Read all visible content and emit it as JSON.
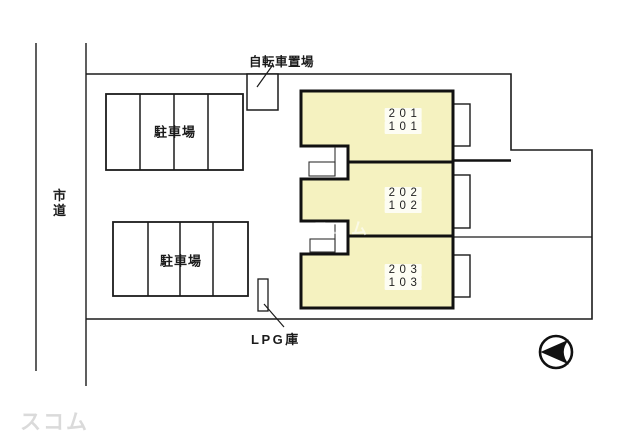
{
  "colors": {
    "unit_fill": "#f5f2c0",
    "line": "#111111",
    "background": "#ffffff"
  },
  "labels": {
    "road": "市道",
    "bicycle_parking": "自転車置場",
    "parking_lot_1": "駐車場",
    "parking_lot_2": "駐車場",
    "lpg_storage": "LPG庫"
  },
  "units": [
    {
      "upper_room": "201",
      "lower_room": "101"
    },
    {
      "upper_room": "202",
      "lower_room": "102"
    },
    {
      "upper_room": "203",
      "lower_room": "103"
    }
  ],
  "parking": {
    "lot1_stalls": 4,
    "lot2_stalls": 4
  },
  "compass": {
    "type": "north-arrow",
    "direction": "left"
  },
  "watermark": {
    "text": "スコム"
  }
}
